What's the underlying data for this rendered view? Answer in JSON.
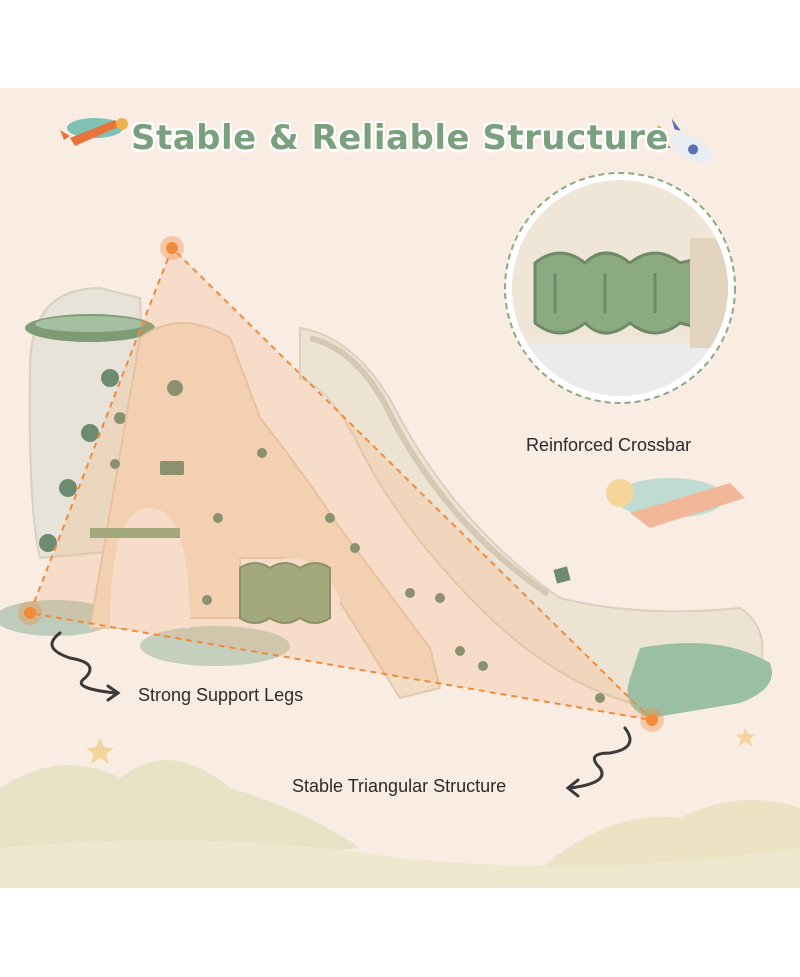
{
  "title": "Stable & Reliable Structure",
  "captions": {
    "crossbar": "Reinforced Crossbar",
    "legs": "Strong Support Legs",
    "triangle": "Stable Triangular Structure"
  },
  "colors": {
    "background": "#f8ece3",
    "title_green": "#7aa07e",
    "slide_beige": "#f1dcc4",
    "slide_cream": "#ede6da",
    "accent_green": "#7e9b76",
    "triangle_orange": "#f6a96c",
    "marker_orange": "#f28a3a"
  },
  "icons": [
    "airplane-icon",
    "rocket-icon",
    "star-icon",
    "arrow-icon"
  ]
}
